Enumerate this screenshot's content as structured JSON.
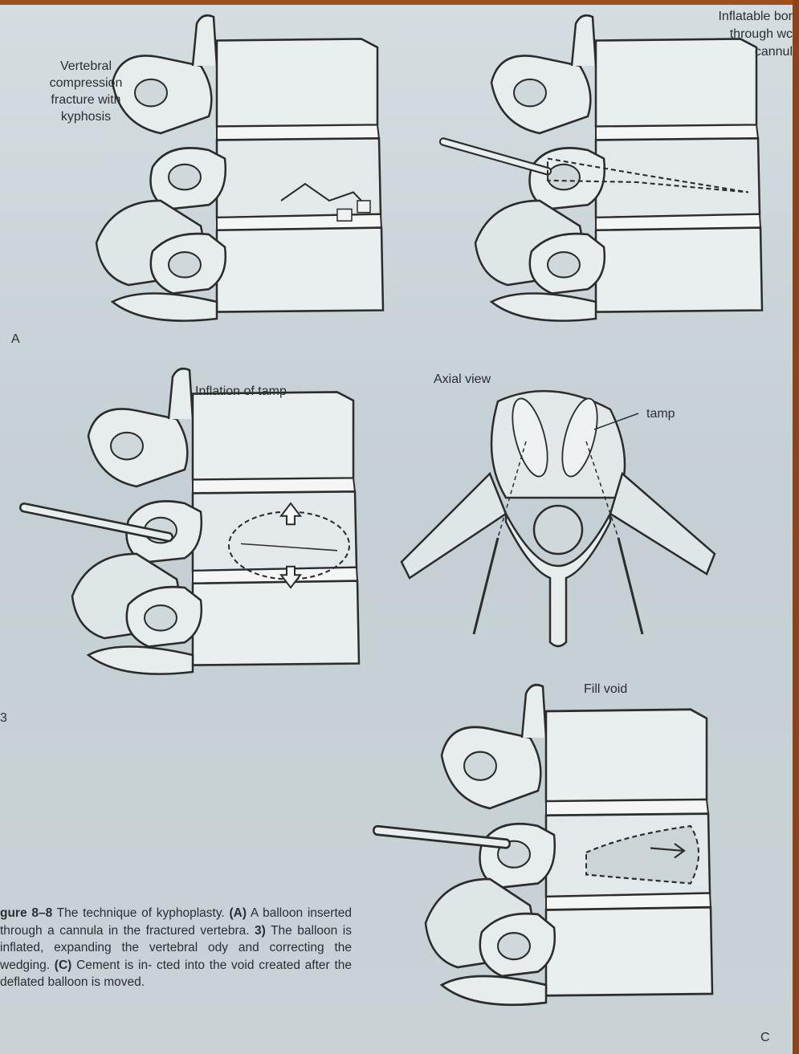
{
  "figure": {
    "labels": {
      "panel_a_label": "Vertebral compression fracture with kyphosis",
      "inflatable_line1": "Inflatable bor",
      "inflatable_line2": "through wc",
      "inflatable_line3": "cannul",
      "inflation_of_tamp": "Inflation of tamp",
      "axial_view": "Axial view",
      "tamp": "tamp",
      "fill_void": "Fill void",
      "panel_a": "A",
      "panel_b": "3",
      "panel_c": "C"
    },
    "caption": {
      "label": "gure 8–8",
      "text_1": " The technique of kyphoplasty. ",
      "a": "(A)",
      "text_2": " A balloon inserted through a cannula in the fractured vertebra. ",
      "b": "3)",
      "text_3": " The balloon is inflated, expanding the vertebral ody and correcting the wedging. ",
      "c": "(C)",
      "text_4": " Cement is in- cted into the void created after the deflated balloon is moved."
    }
  }
}
